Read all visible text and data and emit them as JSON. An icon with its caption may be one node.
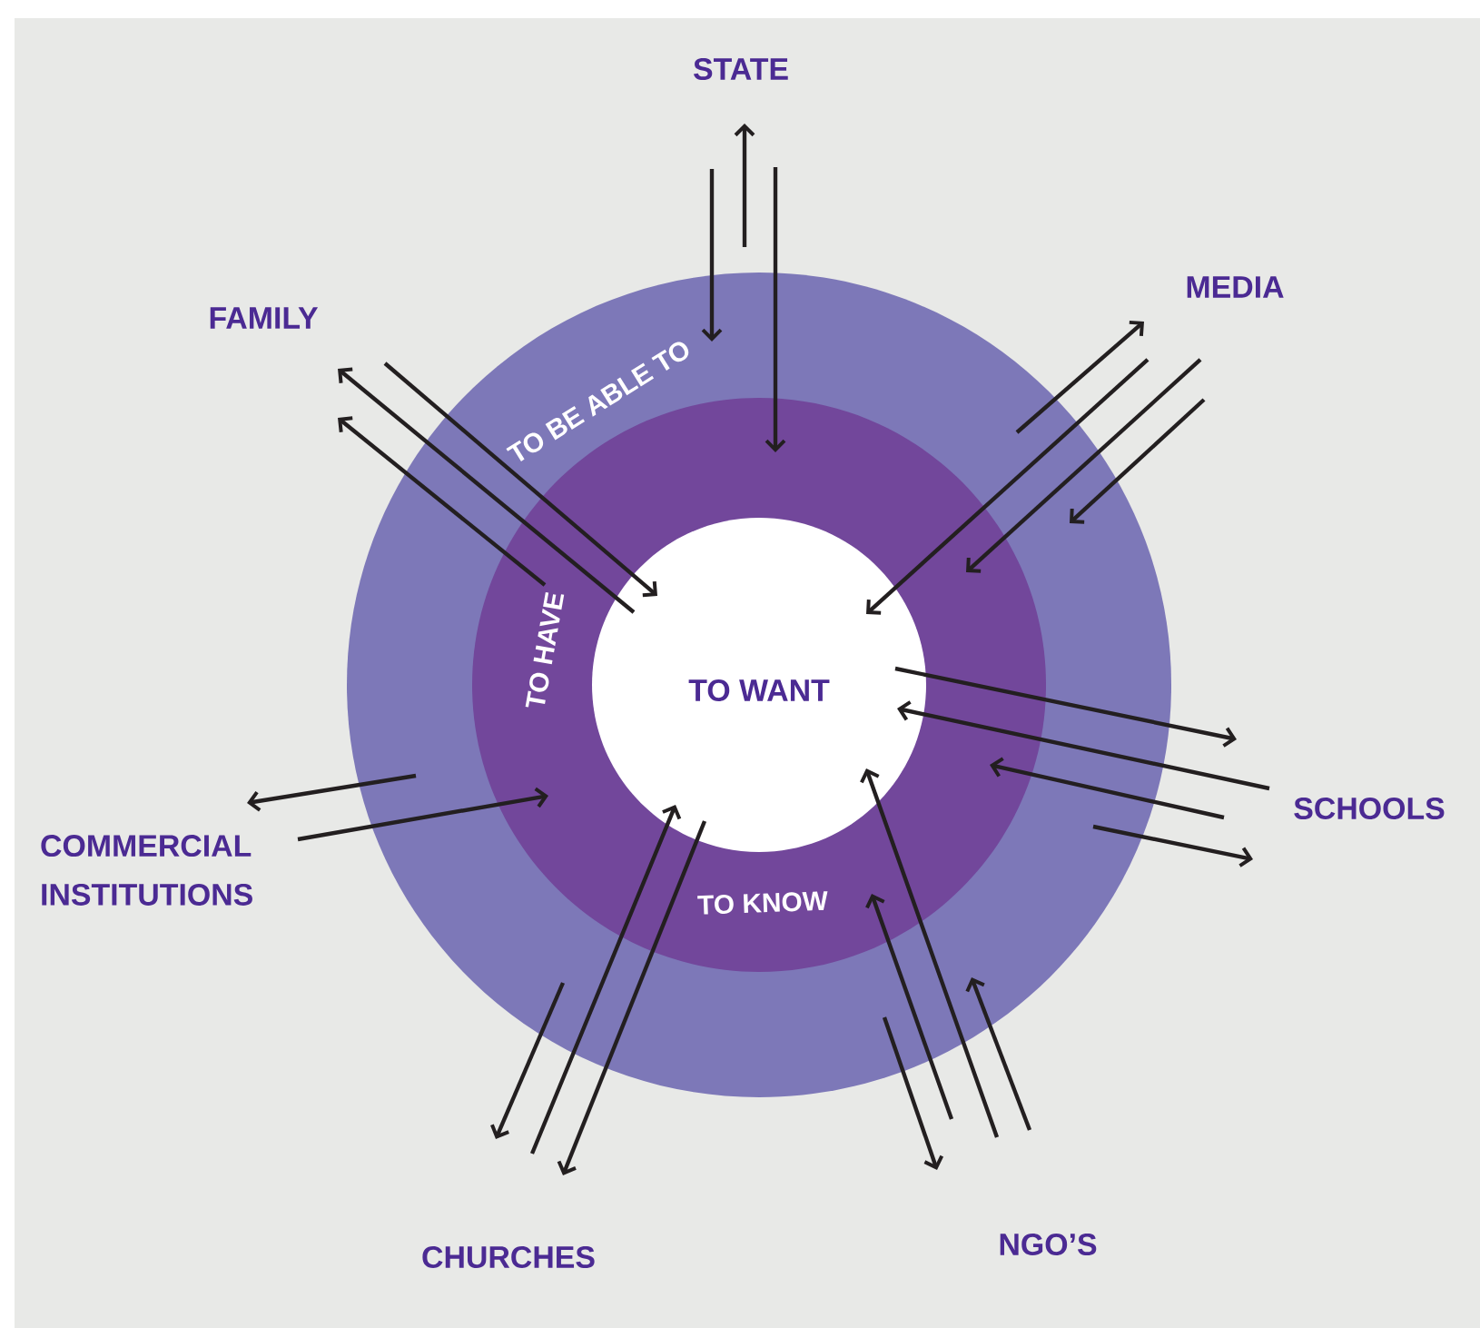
{
  "diagram": {
    "nodes": [
      {
        "text": [
          "TO BE ABLE TO"
        ]
      },
      {
        "text": [
          "TO HAVE",
          "TO KNOW"
        ],
        "in": 0
      },
      {
        "text": [
          "TO WANT"
        ],
        "in": 1
      },
      {
        "text": [
          "STATE"
        ]
      },
      {
        "text": [
          "FAMILY"
        ]
      },
      {
        "text": [
          "MEDIA"
        ]
      },
      {
        "text": [
          "SCHOOLS"
        ]
      },
      {
        "text": [
          "COMMERCIAL INSTITUTIONS"
        ]
      },
      {
        "text": [
          "CHURCHES"
        ]
      },
      {
        "text": [
          "NGO’S"
        ]
      }
    ],
    "edges": [
      {
        "from": 0,
        "to": 3,
        "arrow": "to"
      },
      {
        "from": 3,
        "to": 0,
        "arrow": "to"
      },
      {
        "from": 3,
        "to": 1,
        "arrow": "to"
      },
      {
        "from": 4,
        "to": 2,
        "arrow": "to"
      },
      {
        "from": 2,
        "to": 4,
        "arrow": "to"
      },
      {
        "from": 1,
        "to": 4,
        "arrow": "to"
      },
      {
        "from": 0,
        "to": 5,
        "arrow": "to"
      },
      {
        "from": 5,
        "to": 2,
        "arrow": "to"
      },
      {
        "from": 5,
        "to": 1,
        "arrow": "to"
      },
      {
        "from": 5,
        "to": 0,
        "arrow": "to"
      },
      {
        "from": 2,
        "to": 6,
        "arrow": "to"
      },
      {
        "from": 6,
        "to": 2,
        "arrow": "to"
      },
      {
        "from": 6,
        "to": 1,
        "arrow": "to"
      },
      {
        "from": 0,
        "to": 6,
        "arrow": "to"
      },
      {
        "from": 0,
        "to": 7,
        "arrow": "to"
      },
      {
        "from": 7,
        "to": 1,
        "arrow": "to"
      },
      {
        "from": 8,
        "to": 2,
        "arrow": "to"
      },
      {
        "from": 2,
        "to": 8,
        "arrow": "to"
      },
      {
        "from": 0,
        "to": 8,
        "arrow": "to"
      },
      {
        "from": 9,
        "to": 2,
        "arrow": "to"
      },
      {
        "from": 9,
        "to": 1,
        "arrow": "to"
      },
      {
        "from": 9,
        "to": 0,
        "arrow": "to"
      },
      {
        "from": 0,
        "to": 9,
        "arrow": "to"
      }
    ]
  }
}
